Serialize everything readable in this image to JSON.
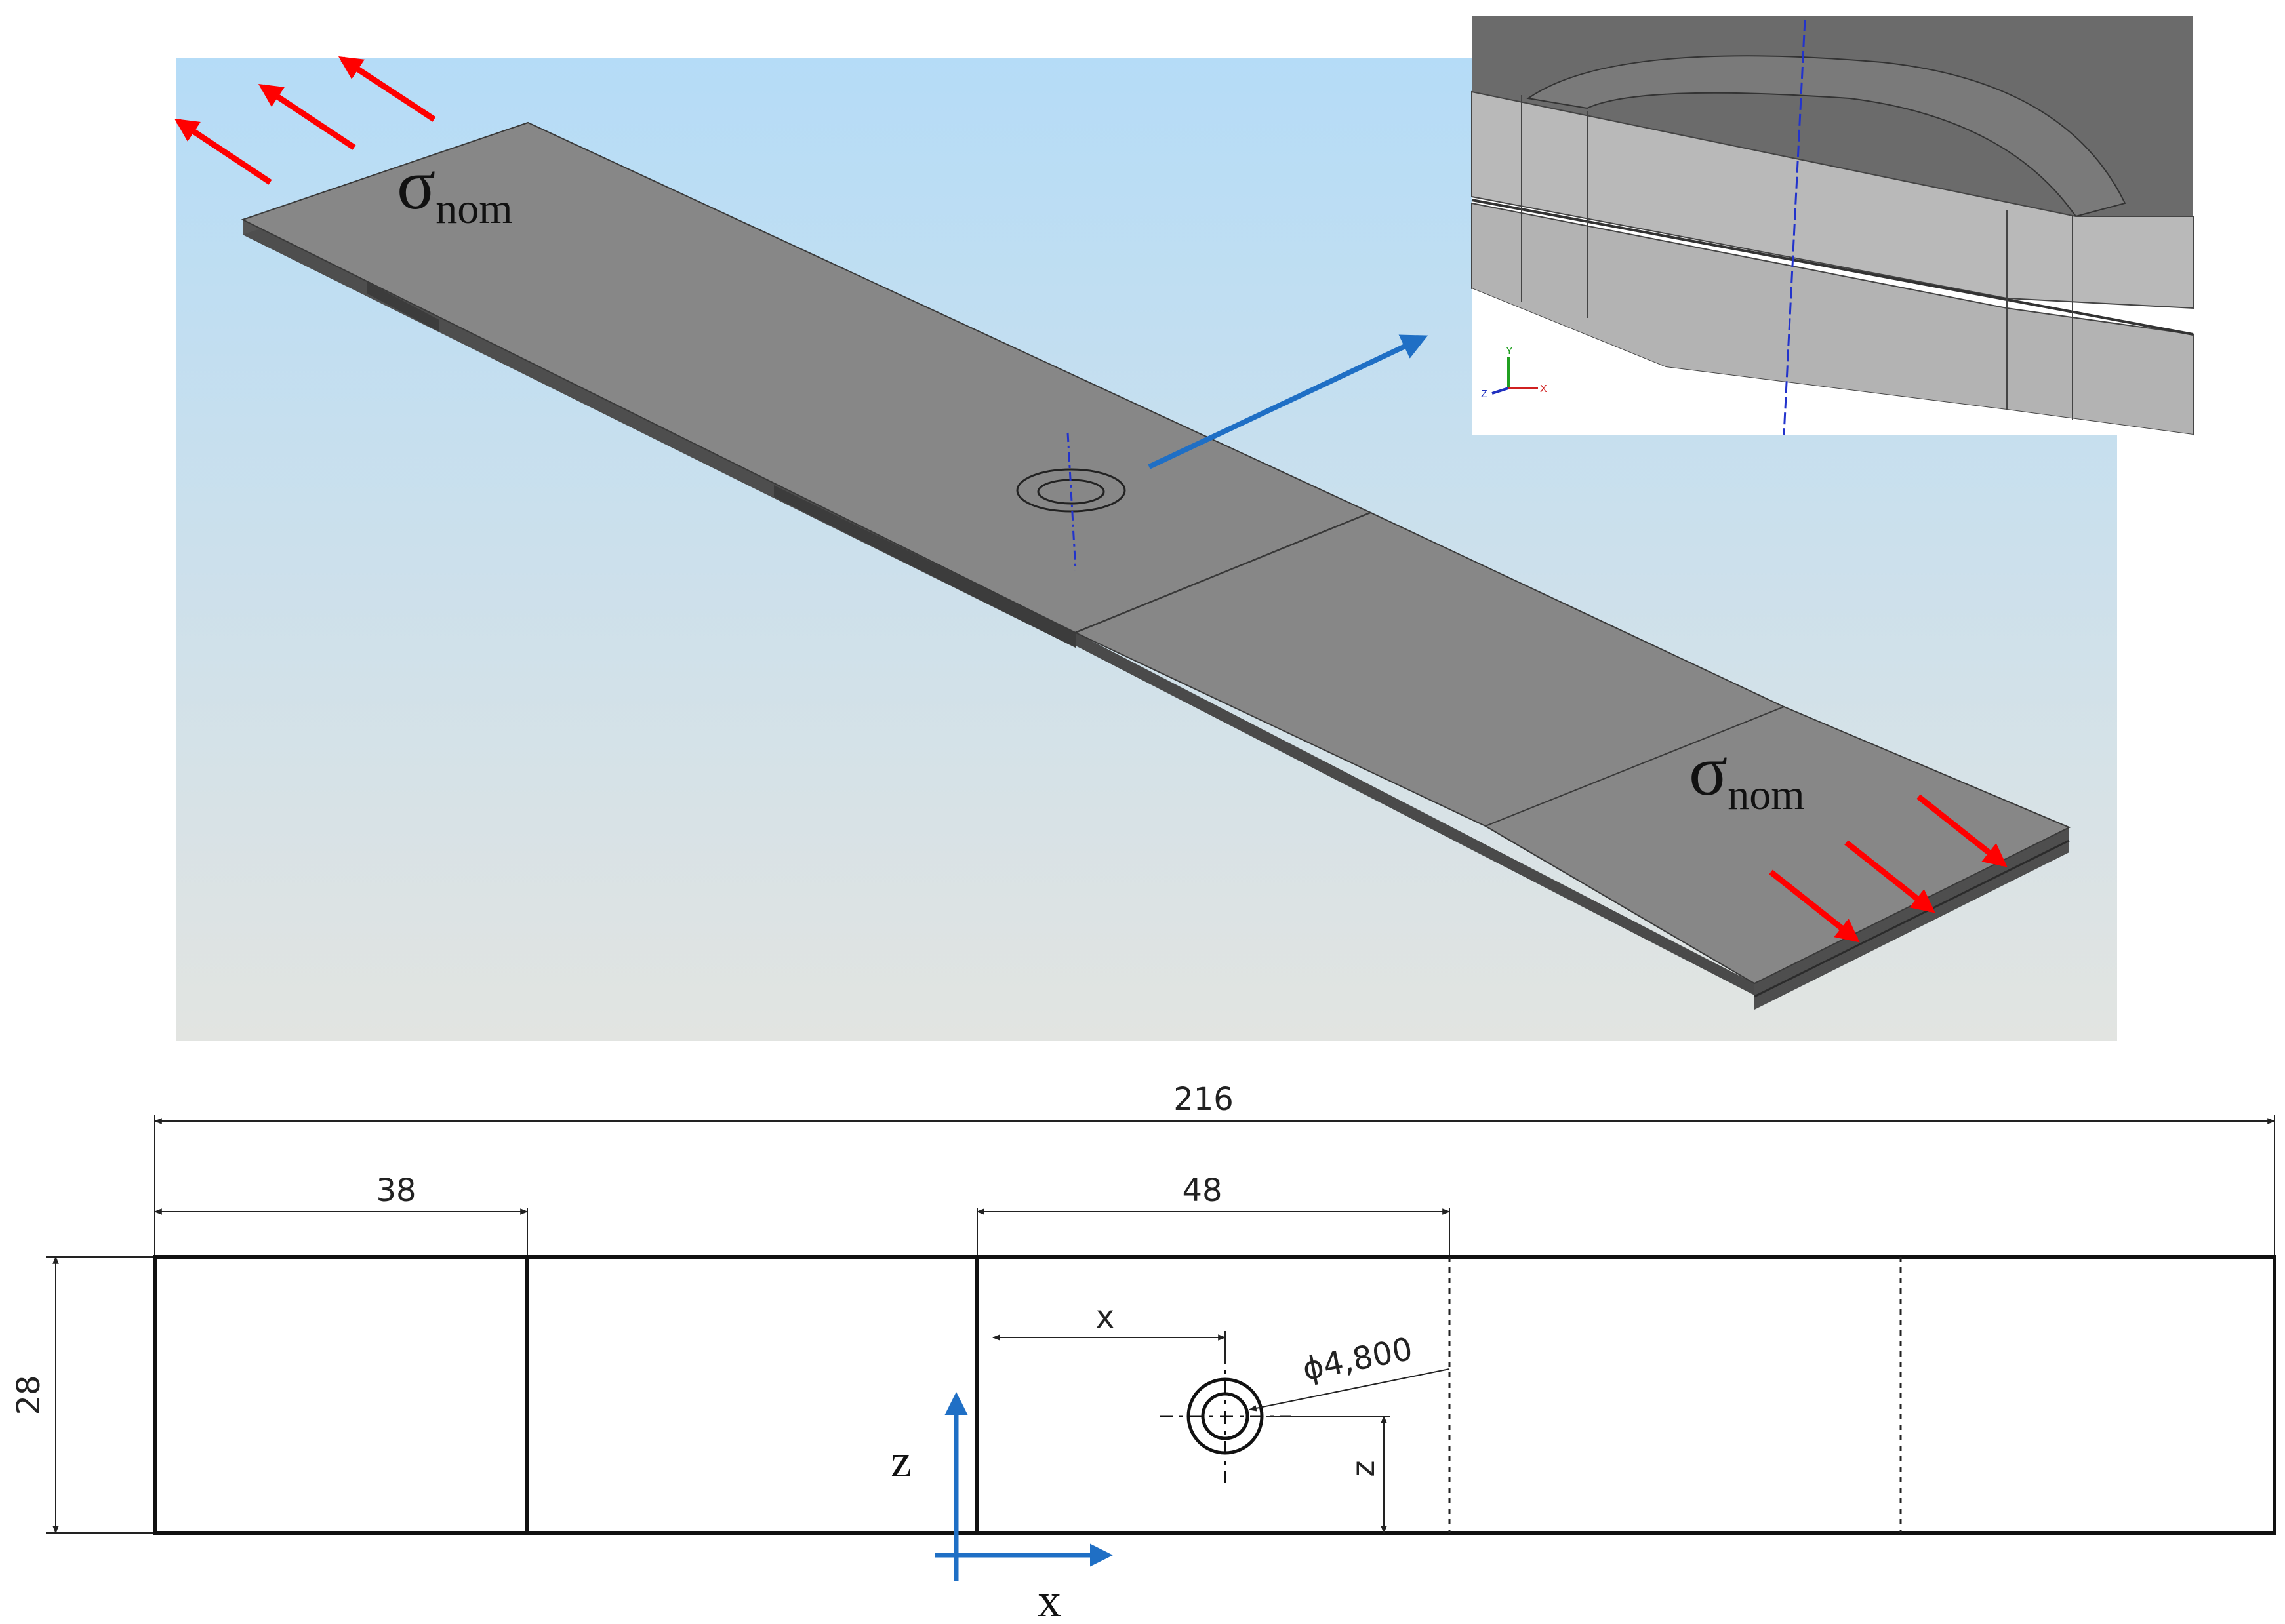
{
  "model_view": {
    "stress_label_top": {
      "symbol": "σ",
      "subscript": "nom"
    },
    "stress_label_bottom": {
      "symbol": "σ",
      "subscript": "nom"
    }
  },
  "inset": {
    "triad": {
      "y_label": "Y",
      "x_label": "X",
      "z_label": "Z"
    }
  },
  "drawing": {
    "overall_length": "216",
    "left_overlap_length": "38",
    "center_plate_length": "48",
    "width": "28",
    "hole_offset_x": "x",
    "hole_offset_z": "z",
    "hole_diameter": "ϕ4,800"
  },
  "coord_axes": {
    "z_label": "z",
    "x_label": "x"
  },
  "colors": {
    "background_top": "#b5dcf7",
    "background_bottom": "#e2e4e1",
    "plate_top": "#878787",
    "plate_edge": "#5a5a5a",
    "load_arrow": "#ff0000",
    "callout_arrow": "#1f6fc5",
    "axis_arrow": "#1f6fc5",
    "center_axis": "#2233cc"
  }
}
